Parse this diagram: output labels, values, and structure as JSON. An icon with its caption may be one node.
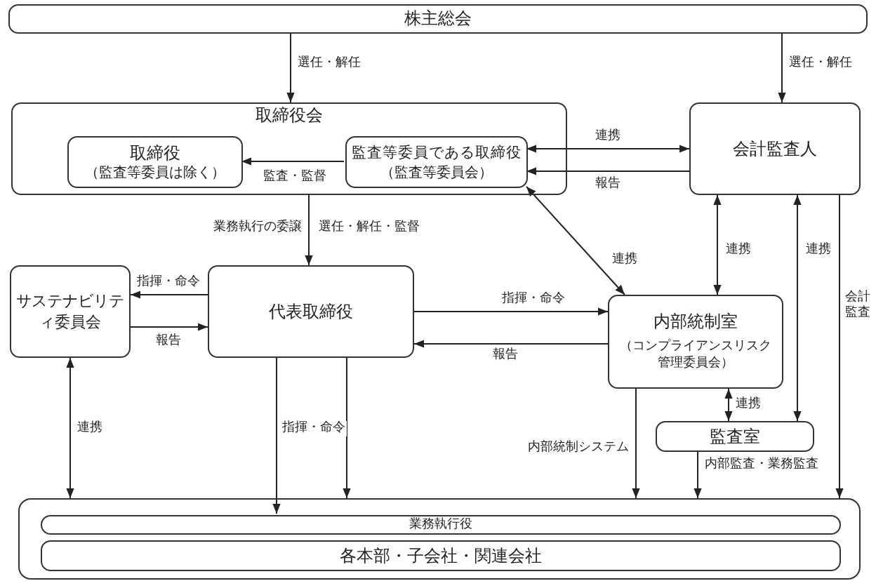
{
  "diagram": {
    "nodes": [
      {
        "text": [
          "株主総会"
        ]
      },
      {
        "text": [
          "取締役会"
        ]
      },
      {
        "text": [
          "取締役",
          "（監査等委員は除く）"
        ],
        "in": 1
      },
      {
        "text": [
          "監査等委員である取締役",
          "（監査等委員会）"
        ],
        "in": 1
      },
      {
        "text": [
          "会計監査人"
        ]
      },
      {
        "text": [
          "サステナビリティ委員会"
        ]
      },
      {
        "text": [
          "代表取締役"
        ]
      },
      {
        "text": [
          "内部統制室",
          "（コンプライアンスリスク管理委員会）"
        ]
      },
      {
        "text": [
          "監査室"
        ]
      },
      {
        "text": [],
        "shape": "box"
      },
      {
        "text": [
          "業務執行役"
        ],
        "in": 9
      },
      {
        "text": [
          "各本部・子会社・関連会社"
        ],
        "in": 9
      }
    ],
    "edges": [
      {
        "from": 0,
        "to": 1,
        "arrow": "to",
        "label": "選任・解任"
      },
      {
        "from": 0,
        "to": 4,
        "arrow": "to",
        "label": "選任・解任"
      },
      {
        "from": 3,
        "to": 2,
        "arrow": "to",
        "label": "監査・監督"
      },
      {
        "from": 3,
        "to": 4,
        "arrow": "both",
        "label": "連携"
      },
      {
        "from": 4,
        "to": 3,
        "arrow": "to",
        "label": "報告"
      },
      {
        "from": 1,
        "to": 6,
        "arrow": "to",
        "label": "業務執行の委譲"
      },
      {
        "from": 6,
        "to": 5,
        "arrow": "to",
        "label": "指揮・命令"
      },
      {
        "from": 5,
        "to": 6,
        "arrow": "to",
        "label": "報告"
      },
      {
        "from": 3,
        "to": 7,
        "arrow": "both",
        "label": "連携"
      },
      {
        "from": 6,
        "to": 7,
        "arrow": "to",
        "label": "指揮・命令"
      },
      {
        "from": 7,
        "to": 6,
        "arrow": "to",
        "label": "報告"
      },
      {
        "from": 4,
        "to": 7,
        "arrow": "both",
        "label": "連携"
      },
      {
        "from": 8,
        "to": 4,
        "arrow": "both",
        "label": "連携"
      },
      {
        "from": 7,
        "to": 8,
        "arrow": "both",
        "label": "連携"
      },
      {
        "from": 4,
        "to": 9,
        "arrow": "to",
        "label": "会計監査"
      },
      {
        "from": 5,
        "to": 9,
        "arrow": "both",
        "label": "連携"
      },
      {
        "from": 6,
        "to": 10,
        "arrow": "to",
        "label": "指揮・命令"
      },
      {
        "from": 6,
        "to": 9,
        "arrow": "to"
      },
      {
        "from": 7,
        "to": 9,
        "arrow": "to",
        "label": "内部統制システム"
      },
      {
        "from": 8,
        "to": 9,
        "arrow": "to",
        "label": "内部監査・業務監査"
      }
    ],
    "labels": [
      "選任・解任・監督"
    ]
  }
}
